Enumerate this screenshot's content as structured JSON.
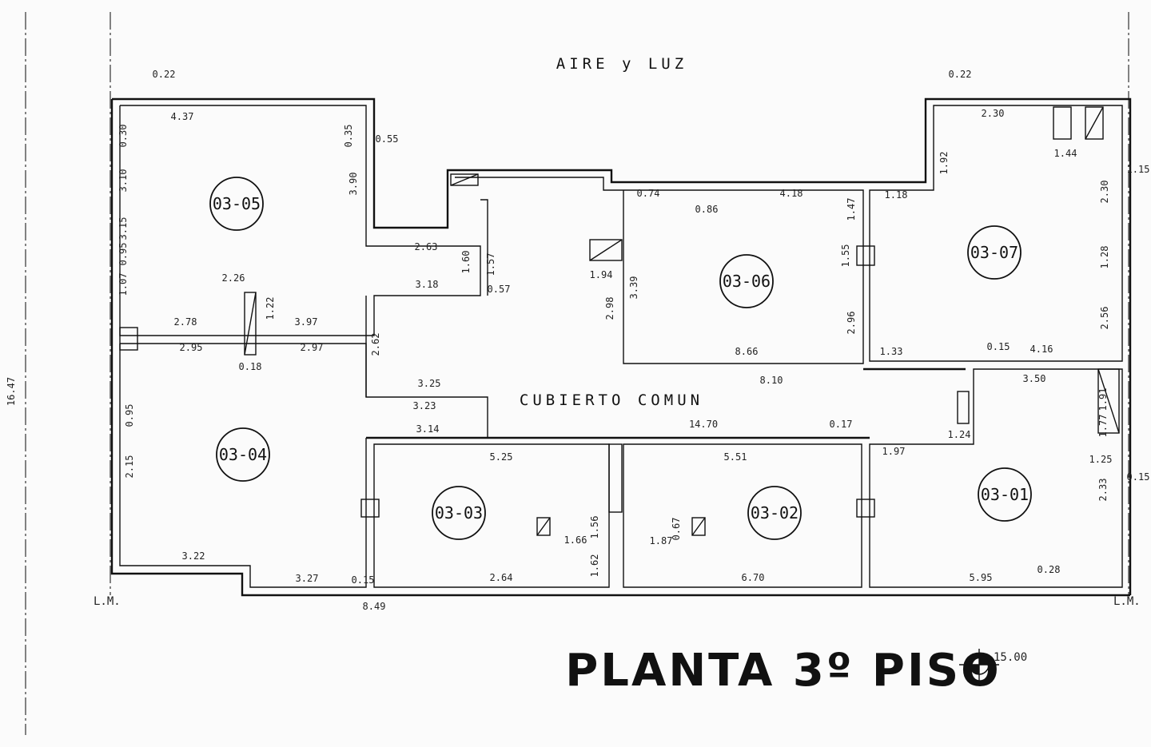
{
  "title": "PLANTA 3º PISO",
  "level": "15.00",
  "labels": {
    "aire_luz": "AIRE y LUZ",
    "cubierto": "CUBIERTO COMUN",
    "lm_left": "L.M.",
    "lm_right": "L.M.",
    "total_height": "16.47",
    "total_width_bottom": "8.49"
  },
  "units": [
    {
      "id": "03-05"
    },
    {
      "id": "03-06"
    },
    {
      "id": "03-07"
    },
    {
      "id": "03-04"
    },
    {
      "id": "03-03"
    },
    {
      "id": "03-02"
    },
    {
      "id": "03-01"
    }
  ],
  "dims": [
    "0.22",
    "4.37",
    "0.30",
    "3.10",
    "3.15",
    "0.95",
    "1.07",
    "2.78",
    "3.97",
    "1.22",
    "2.26",
    "0.55",
    "3.90",
    "0.35",
    "2.63",
    "3.18",
    "1.60",
    "1.57",
    "0.57",
    "0.74",
    "4.18",
    "0.86",
    "3.39",
    "2.98",
    "1.94",
    "8.66",
    "1.47",
    "1.55",
    "2.96",
    "8.10",
    "0.22",
    "2.30",
    "1.44",
    "1.92",
    "1.18",
    "2.30",
    "1.28",
    "2.56",
    "1.15",
    "4.16",
    "1.33",
    "0.15",
    "2.95",
    "2.97",
    "2.62",
    "3.25",
    "3.23",
    "3.14",
    "0.18",
    "0.95",
    "2.15",
    "3.22",
    "3.27",
    "0.15",
    "5.25",
    "2.64",
    "1.66",
    "1.56",
    "1.62",
    "5.51",
    "6.70",
    "1.87",
    "0.67",
    "14.70",
    "0.17",
    "3.50",
    "1.91",
    "1.77",
    "1.25",
    "2.33",
    "5.95",
    "0.28",
    "0.15",
    "1.24",
    "1.97"
  ]
}
